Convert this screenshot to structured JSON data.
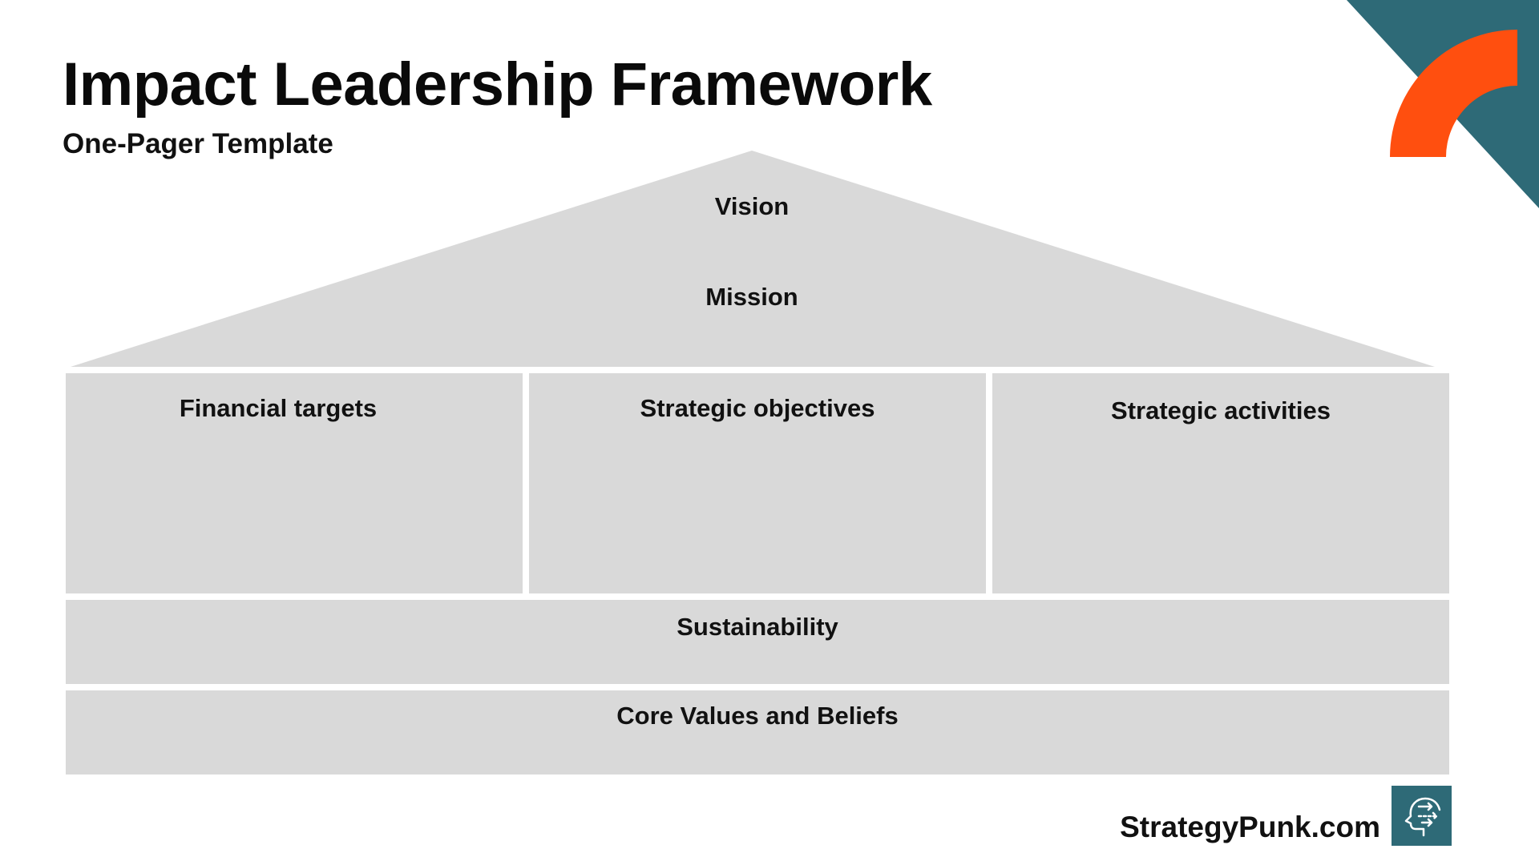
{
  "header": {
    "title": "Impact Leadership Framework",
    "subtitle": "One-Pager Template"
  },
  "roof": {
    "vision_label": "Vision",
    "mission_label": "Mission"
  },
  "pillars": [
    {
      "label": "Financial targets"
    },
    {
      "label": "Strategic objectives"
    },
    {
      "label": "Strategic activities"
    }
  ],
  "foundation": {
    "sustainability_label": "Sustainability",
    "core_values_label": "Core Values and Beliefs"
  },
  "footer": {
    "brand_text": "StrategyPunk.com",
    "brand_logo_icon": "head-arrows-icon"
  },
  "colors": {
    "box_fill": "#d9d9d9",
    "accent_teal": "#2e6a77",
    "accent_orange": "#ff4f0f"
  }
}
